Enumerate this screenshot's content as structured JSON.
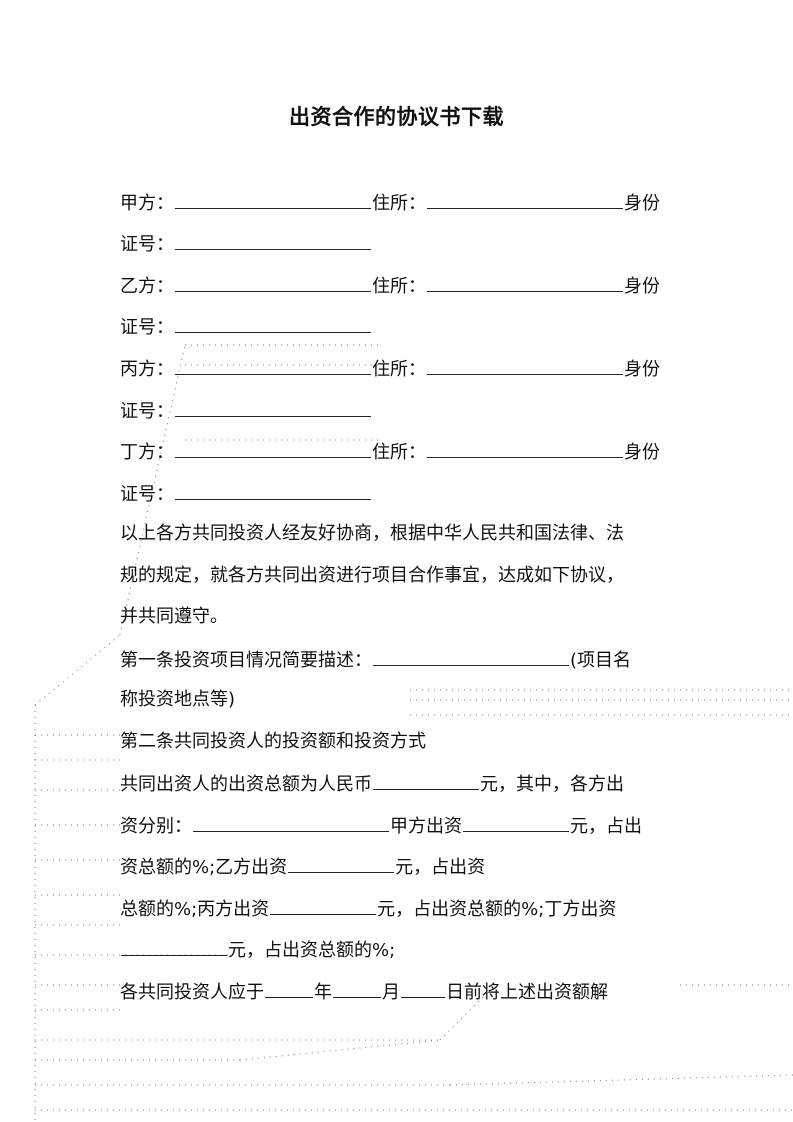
{
  "title": "出资合作的协议书下载",
  "parties": [
    {
      "label": "甲方：",
      "address": "住所：",
      "id_a": "身份",
      "id_b": "证号："
    },
    {
      "label": "乙方：",
      "address": "住所：",
      "id_a": "身份",
      "id_b": "证号："
    },
    {
      "label": "丙方：",
      "address": "住所：",
      "id_a": "身份",
      "id_b": "证号："
    },
    {
      "label": "丁方：",
      "address": "住所：",
      "id_a": "身份",
      "id_b": "证号："
    }
  ],
  "intro": [
    "以上各方共同投资人经友好协商，根据中华人民共和国法律、法",
    "规的规定，就各方共同出资进行项目合作事宜，达成如下协议，",
    "并共同遵守。"
  ],
  "article1": {
    "head": "第一条投资项目情况简要描述：",
    "tail": "(项目名",
    "line2": "称投资地点等)"
  },
  "article2": {
    "head": "第二条共同投资人的投资额和投资方式",
    "l1a": "共同出资人的出资总额为人民币",
    "l1b": "元，其中，各方出",
    "l2a": "资分别：",
    "l2b": "甲方出资",
    "l2c": "元，占出",
    "l3a": "资总额的%;乙方出资",
    "l3b": "元，占出资",
    "l4a": "总额的%;丙方出资",
    "l4b": "元，占出资总额的%;丁方出资",
    "l5": "元，占出资总额的%;",
    "l6a": "各共同投资人应于",
    "l6b": "年",
    "l6c": "月",
    "l6d": "日前将上述出资额解"
  }
}
